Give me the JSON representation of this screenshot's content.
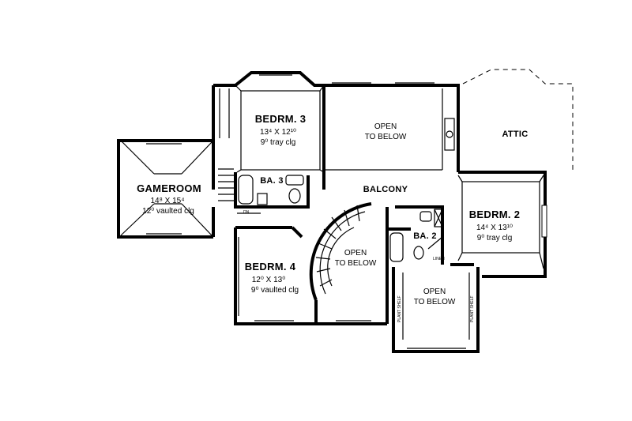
{
  "rooms": {
    "gameroom": {
      "name": "GAMEROOM",
      "dims": "14⁸ X 15⁴",
      "ceiling": "12⁰ vaulted clg"
    },
    "bedrm3": {
      "name": "BEDRM. 3",
      "dims": "13⁴ X 12¹⁰",
      "ceiling": "9⁰ tray clg"
    },
    "bedrm2": {
      "name": "BEDRM. 2",
      "dims": "14⁴ X 13¹⁰",
      "ceiling": "9⁰ tray clg"
    },
    "bedrm4": {
      "name": "BEDRM. 4",
      "dims": "12⁰ X 13⁰",
      "ceiling": "9⁰ vaulted clg"
    },
    "ba3": {
      "name": "BA. 3"
    },
    "ba2": {
      "name": "BA. 2"
    },
    "balcony": {
      "name": "BALCONY"
    },
    "attic": {
      "name": "ATTIC"
    }
  },
  "open_to_below": {
    "line1": "OPEN",
    "line2": "TO BELOW"
  },
  "small_labels": {
    "plant_shelf": "PLANT SHELF",
    "linen": "LINEN",
    "down": "DN"
  }
}
